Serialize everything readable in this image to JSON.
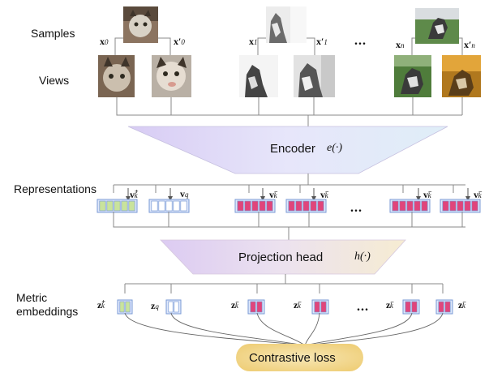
{
  "left_labels": {
    "samples": "Samples",
    "views": "Views",
    "representations": "Representations",
    "metric_line1": "Metric",
    "metric_line2": "embeddings"
  },
  "blocks": {
    "encoder": "Encoder",
    "encoder_fn": "e(·)",
    "projection": "Projection head",
    "projection_fn": "h(·)",
    "loss": "Contrastive loss"
  },
  "sample_labels": [
    "x0",
    "x0′",
    "x1",
    "x1′",
    "xn",
    "xn′"
  ],
  "representation_labels": [
    "v_k^+",
    "v_q",
    "v_k^-",
    "v_k^-",
    "v_k^-",
    "v_k^-"
  ],
  "embedding_labels": [
    "z_k^+",
    "z_q",
    "z_k^-",
    "z_k^-",
    "z_k^-",
    "z_k^-"
  ],
  "ellipsis": "...",
  "colors": {
    "positive_cells": "#c9e39c",
    "query_cells": "#ffffff",
    "negative_cells": "#e0457b",
    "vector_border": "#7a9ad6",
    "vector_fill": "#dfe8fb",
    "loss_fill": "#f6dfa0"
  }
}
